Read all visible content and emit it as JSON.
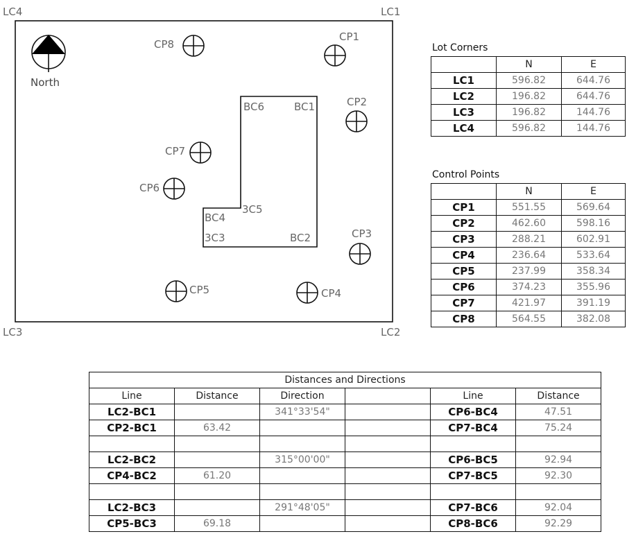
{
  "plan": {
    "north_label": "North",
    "lot_corners": [
      "LC4",
      "LC1",
      "LC3",
      "LC2"
    ],
    "building_corners": {
      "bc6": "BC6",
      "bc1": "BC1",
      "bc4": "BC4",
      "bc5": "3C5",
      "bc3": "3C3",
      "bc2": "BC2"
    },
    "control_points": {
      "cp1": "CP1",
      "cp2": "CP2",
      "cp3": "CP3",
      "cp4": "CP4",
      "cp5": "CP5",
      "cp6": "CP6",
      "cp7": "CP7",
      "cp8": "CP8"
    }
  },
  "lot_corners_table": {
    "title": "Lot Corners",
    "headers": [
      "",
      "N",
      "E"
    ],
    "rows": [
      {
        "name": "LC1",
        "n": "596.82",
        "e": "644.76"
      },
      {
        "name": "LC2",
        "n": "196.82",
        "e": "644.76"
      },
      {
        "name": "LC3",
        "n": "196.82",
        "e": "144.76"
      },
      {
        "name": "LC4",
        "n": "596.82",
        "e": "144.76"
      }
    ]
  },
  "control_points_table": {
    "title": "Control Points",
    "headers": [
      "",
      "N",
      "E"
    ],
    "rows": [
      {
        "name": "CP1",
        "n": "551.55",
        "e": "569.64"
      },
      {
        "name": "CP2",
        "n": "462.60",
        "e": "598.16"
      },
      {
        "name": "CP3",
        "n": "288.21",
        "e": "602.91"
      },
      {
        "name": "CP4",
        "n": "236.64",
        "e": "533.64"
      },
      {
        "name": "CP5",
        "n": "237.99",
        "e": "358.34"
      },
      {
        "name": "CP6",
        "n": "374.23",
        "e": "355.96"
      },
      {
        "name": "CP7",
        "n": "421.97",
        "e": "391.19"
      },
      {
        "name": "CP8",
        "n": "564.55",
        "e": "382.08"
      }
    ]
  },
  "distances_table": {
    "title": "Distances and Directions",
    "headers": [
      "Line",
      "Distance",
      "Direction",
      "",
      "Line",
      "Distance"
    ],
    "rows": [
      [
        "LC2-BC1",
        "",
        "341°33'54\"",
        "",
        "CP6-BC4",
        "47.51"
      ],
      [
        "CP2-BC1",
        "63.42",
        "",
        "",
        "CP7-BC4",
        "75.24"
      ],
      [
        "",
        "",
        "",
        "",
        "",
        ""
      ],
      [
        "LC2-BC2",
        "",
        "315°00'00\"",
        "",
        "CP6-BC5",
        "92.94"
      ],
      [
        "CP4-BC2",
        "61.20",
        "",
        "",
        "CP7-BC5",
        "92.30"
      ],
      [
        "",
        "",
        "",
        "",
        "",
        ""
      ],
      [
        "LC2-BC3",
        "",
        "291°48'05\"",
        "",
        "CP7-BC6",
        "92.04"
      ],
      [
        "CP5-BC3",
        "69.18",
        "",
        "",
        "CP8-BC6",
        "92.29"
      ]
    ]
  }
}
